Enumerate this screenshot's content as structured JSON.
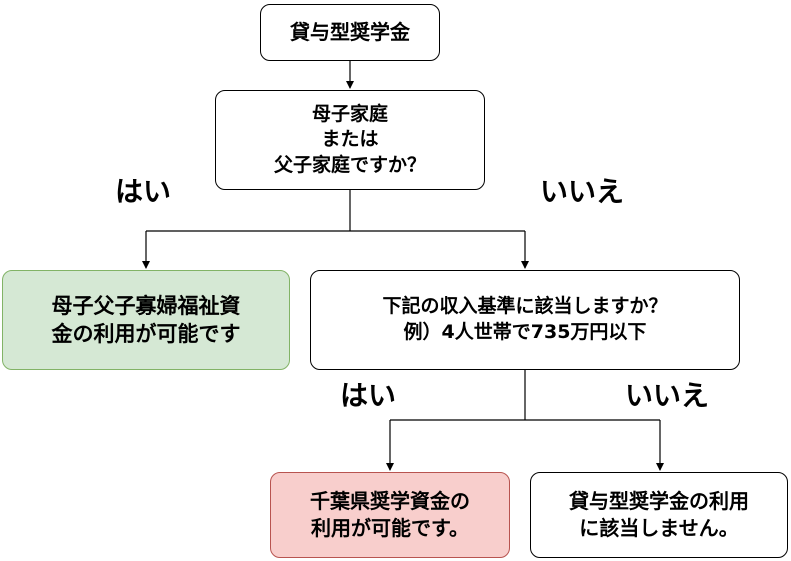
{
  "nodes": {
    "top": {
      "lines": [
        "貸与型奨学金"
      ]
    },
    "q1": {
      "lines": [
        "母子家庭",
        "または",
        "父子家庭ですか？"
      ]
    },
    "yes1": {
      "lines": [
        "母子父子寡婦福祉資",
        "金の利用が可能です"
      ]
    },
    "q2": {
      "lines": [
        "下記の収入基準に該当しますか？",
        "例）4人世帯で735万円以下"
      ]
    },
    "yes2": {
      "lines": [
        "千葉県奨学資金の",
        "利用が可能です。"
      ]
    },
    "no2": {
      "lines": [
        "貸与型奨学金の利用",
        "に該当しません。"
      ]
    }
  },
  "labels": {
    "q1_yes": "はい",
    "q1_no": "いいえ",
    "q2_yes": "はい",
    "q2_no": "いいえ"
  },
  "colors": {
    "green_fill": "#d5e8d4",
    "green_border": "#82b366",
    "red_fill": "#f8cecc",
    "red_border": "#b85450"
  }
}
